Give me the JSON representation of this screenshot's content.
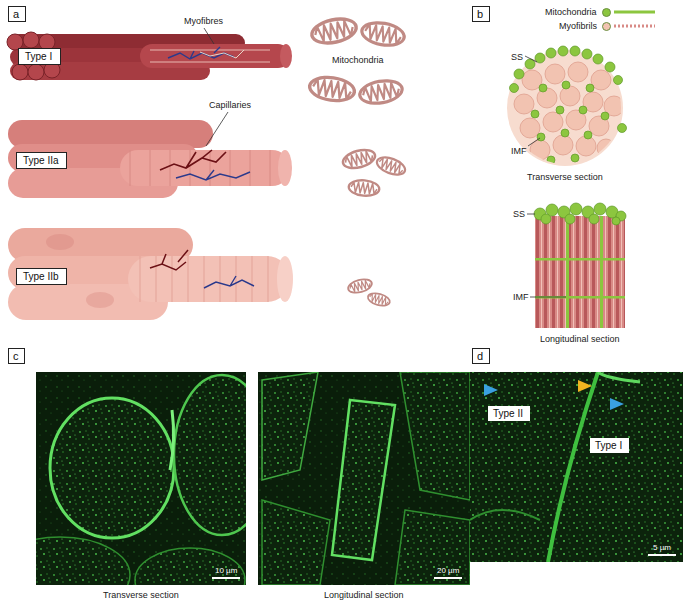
{
  "diagram": {
    "nodes": [
      {
        "text": [
          "a"
        ]
      },
      {
        "text": [
          "Type I"
        ]
      },
      {
        "text": [
          "Type IIa"
        ]
      },
      {
        "text": [
          "Type IIb"
        ]
      },
      {
        "text": [
          "b"
        ]
      },
      {
        "text": [
          "c"
        ]
      },
      {
        "text": [
          "d"
        ]
      },
      {
        "text": [
          "Type II"
        ]
      },
      {
        "text": [
          "Type I"
        ]
      }
    ],
    "edges": [],
    "labels": [
      "Myofibres",
      "Mitochondria",
      "Capillaries",
      "SS",
      "IMF",
      "Transverse section",
      "SS",
      "IMF",
      "Longitudinal section",
      "Transverse section",
      "Longitudinal section",
      "10 µm",
      "20 µm",
      "5 µm"
    ],
    "legend": [
      {
        "text": "Mitochondria",
        "color": "#8cc63f"
      },
      {
        "text": "Myofibrils",
        "color": "#f2c3b1"
      }
    ]
  }
}
